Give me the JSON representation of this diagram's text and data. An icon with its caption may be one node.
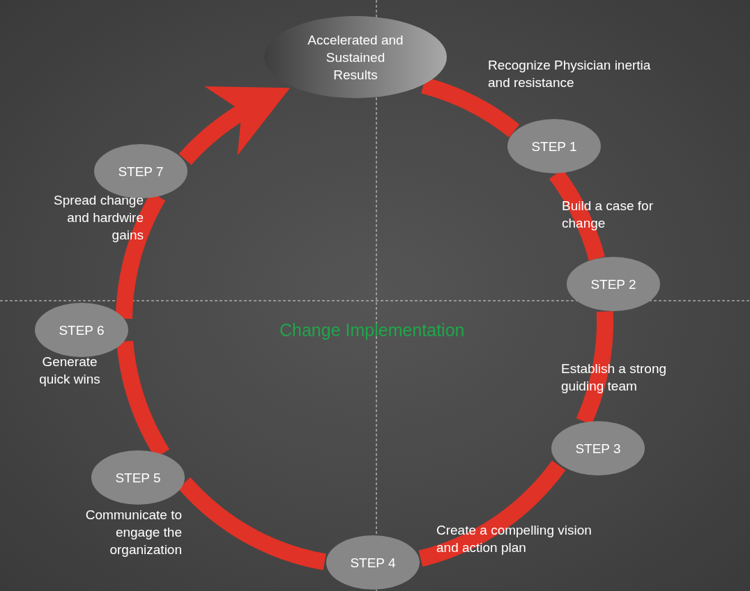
{
  "diagram": {
    "nodes": [
      {
        "text": [
          "Accelerated and Sustained Results"
        ]
      },
      {
        "text": [
          "STEP 1"
        ],
        "beside": [
          "Recognize Physician inertia and resistance"
        ]
      },
      {
        "text": [
          "STEP 2"
        ],
        "beside": [
          "Build a case for change"
        ]
      },
      {
        "text": [
          "STEP 3"
        ],
        "beside": [
          "Establish a strong guiding team"
        ]
      },
      {
        "text": [
          "STEP 4"
        ],
        "beside": [
          "Create a compelling vision and action plan"
        ]
      },
      {
        "text": [
          "STEP 5"
        ],
        "beside": [
          "Communicate to engage the organization"
        ]
      },
      {
        "text": [
          "STEP 6"
        ],
        "beside": [
          "Generate quick wins"
        ]
      },
      {
        "text": [
          "STEP 7"
        ],
        "beside": [
          "Spread change and hardwire gains"
        ]
      }
    ],
    "edges": [
      {
        "from": 0,
        "to": 1,
        "arrow": "none"
      },
      {
        "from": 1,
        "to": 2,
        "arrow": "none"
      },
      {
        "from": 2,
        "to": 3,
        "arrow": "none"
      },
      {
        "from": 3,
        "to": 4,
        "arrow": "none"
      },
      {
        "from": 4,
        "to": 5,
        "arrow": "none"
      },
      {
        "from": 5,
        "to": 6,
        "arrow": "none"
      },
      {
        "from": 6,
        "to": 7,
        "arrow": "none"
      },
      {
        "from": 7,
        "to": 0,
        "arrow": "to"
      }
    ],
    "labels": [
      "Change Implementation"
    ]
  }
}
